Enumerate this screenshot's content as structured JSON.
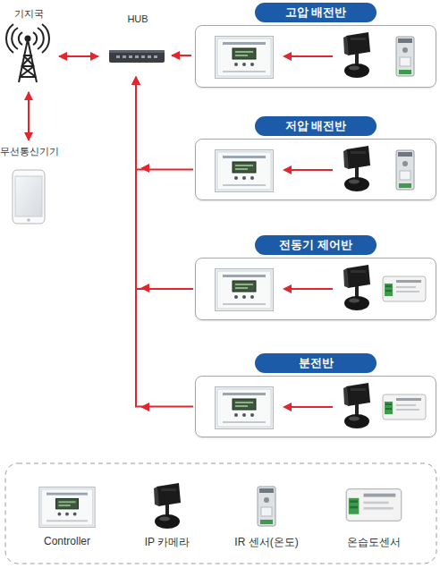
{
  "diagram": {
    "nodes": [
      {
        "text": [
          "기지국"
        ]
      },
      {
        "text": [
          "HUB"
        ]
      },
      {
        "text": [
          "무선통신기기"
        ]
      },
      {
        "text": [
          "고압 배전반"
        ]
      },
      {
        "text": [
          "저압 배전반"
        ]
      },
      {
        "text": [
          "전동기 제어반"
        ]
      },
      {
        "text": [
          "분전반"
        ]
      }
    ],
    "edges": [
      {
        "from": 0,
        "to": 1,
        "arrow": "both"
      },
      {
        "from": 0,
        "to": 2,
        "arrow": "both"
      },
      {
        "from": 3,
        "to": 1,
        "arrow": "to"
      },
      {
        "from": 4,
        "to": 1,
        "arrow": "to"
      },
      {
        "from": 5,
        "to": 1,
        "arrow": "to"
      },
      {
        "from": 6,
        "to": 1,
        "arrow": "to"
      }
    ],
    "legend": [
      {
        "text": "Controller"
      },
      {
        "text": "IP 카메라"
      },
      {
        "text": "IR 센서(온도)"
      },
      {
        "text": "온습도센서"
      }
    ]
  }
}
